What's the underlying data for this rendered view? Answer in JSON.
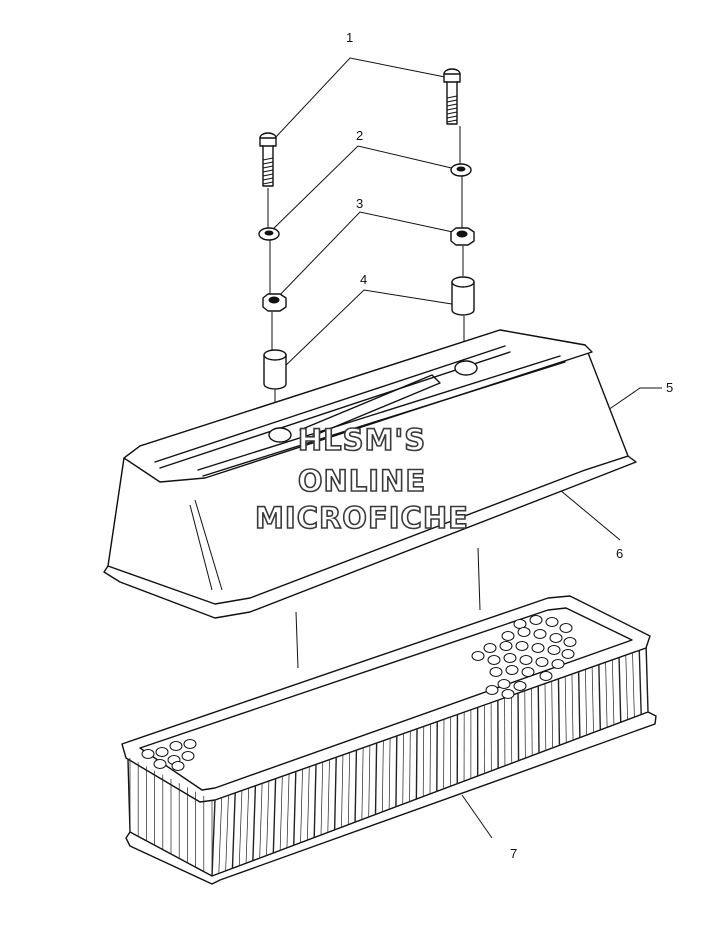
{
  "watermark": {
    "line1": "HLSM'S",
    "line2": "ONLINE",
    "line3": "MICROFICHE"
  },
  "callouts": [
    {
      "id": "1",
      "text": "1"
    },
    {
      "id": "2",
      "text": "2"
    },
    {
      "id": "3",
      "text": "3"
    },
    {
      "id": "4",
      "text": "4"
    },
    {
      "id": "5",
      "text": "5"
    },
    {
      "id": "6",
      "text": "6"
    },
    {
      "id": "7",
      "text": "7"
    }
  ]
}
